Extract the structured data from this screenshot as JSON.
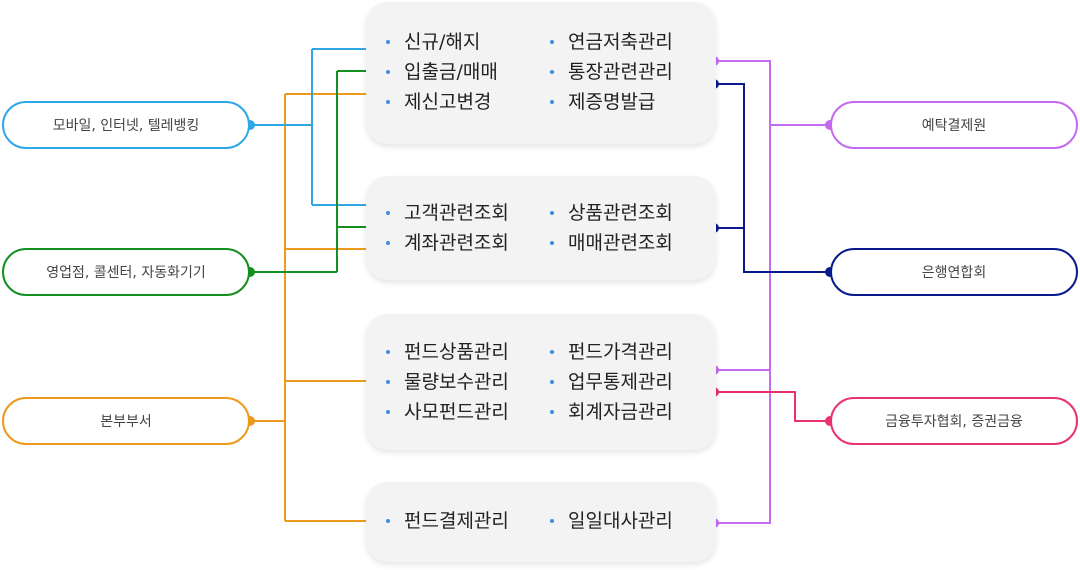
{
  "colors": {
    "blue": "#2fa7e6",
    "green": "#13901f",
    "orange": "#ec9a1c",
    "purple": "#c469f0",
    "navy": "#0a1a8c",
    "pink": "#e8336f",
    "bullet": "#3c8fe0",
    "box_bg": "#f3f3f3"
  },
  "left_nodes": [
    {
      "label": "모바일, 인터넷, 텔레뱅킹",
      "color": "blue"
    },
    {
      "label": "영업점, 콜센터, 자동화기기",
      "color": "green"
    },
    {
      "label": "본부부서",
      "color": "orange"
    }
  ],
  "right_nodes": [
    {
      "label": "예탁결제원",
      "color": "purple"
    },
    {
      "label": "은행연합회",
      "color": "navy"
    },
    {
      "label": "금융투자협회, 증권금융",
      "color": "pink"
    }
  ],
  "center_boxes": [
    {
      "left": [
        "신규/해지",
        "입출금/매매",
        "제신고변경"
      ],
      "right": [
        "연금저축관리",
        "통장관련관리",
        "제증명발급"
      ]
    },
    {
      "left": [
        "고객관련조회",
        "계좌관련조회"
      ],
      "right": [
        "상품관련조회",
        "매매관련조회"
      ]
    },
    {
      "left": [
        "펀드상품관리",
        "물량보수관리",
        "사모펀드관리"
      ],
      "right": [
        "펀드가격관리",
        "업무통제관리",
        "회계자금관리"
      ]
    },
    {
      "left": [
        "펀드결제관리"
      ],
      "right": [
        "일일대사관리"
      ]
    }
  ]
}
